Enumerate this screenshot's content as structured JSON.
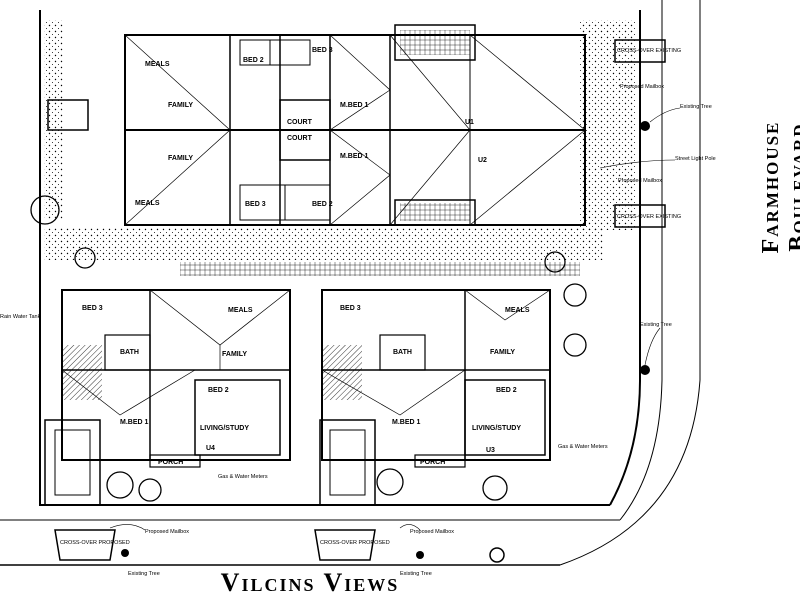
{
  "titles": {
    "street_bottom": "Vilcins Views",
    "street_side": "Farmhouse Boulevard"
  },
  "units": {
    "u1": "U1",
    "u2": "U2",
    "u3": "U3",
    "u4": "U4"
  },
  "rooms": {
    "meals": "MEALS",
    "family": "FAMILY",
    "bed2": "BED 2",
    "bed3": "BED 3",
    "mbed": "M.BED 1",
    "court": "COURT",
    "bath": "BATH",
    "living": "LIVING/STUDY",
    "porch": "PORCH"
  },
  "labels": {
    "crossover_proposed": "CROSS-OVER PROPOSED",
    "crossover_existing": "CROSS-OVER EXISTING",
    "proposed_mailbox": "Proposed Mailbox",
    "existing_tree": "Existing Tree",
    "street_light": "Street Light Pole",
    "gas_water": "Gas & Water Meters",
    "rain_water": "Rain Water Tank"
  },
  "colors": {
    "ink": "#000000",
    "paper": "#ffffff"
  }
}
